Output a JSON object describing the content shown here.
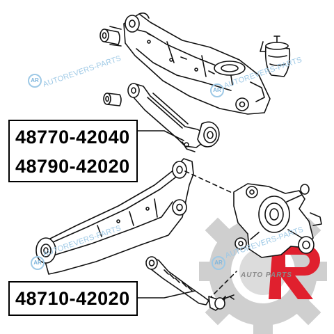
{
  "part_numbers": {
    "lateral_link": [
      "48770-42040",
      "48790-42020"
    ],
    "toe_link": "48710-42020"
  },
  "watermark": {
    "text": "AUTOREVERS-PARTS",
    "logo": "AR"
  },
  "brand_logo": {
    "letter": "R",
    "tagline": "AUTO PARTS",
    "accent_color": "#e0202e",
    "gear_color": "#c8c8c8"
  },
  "colors": {
    "line": "#111111",
    "watermark": "#9ec9e6"
  }
}
